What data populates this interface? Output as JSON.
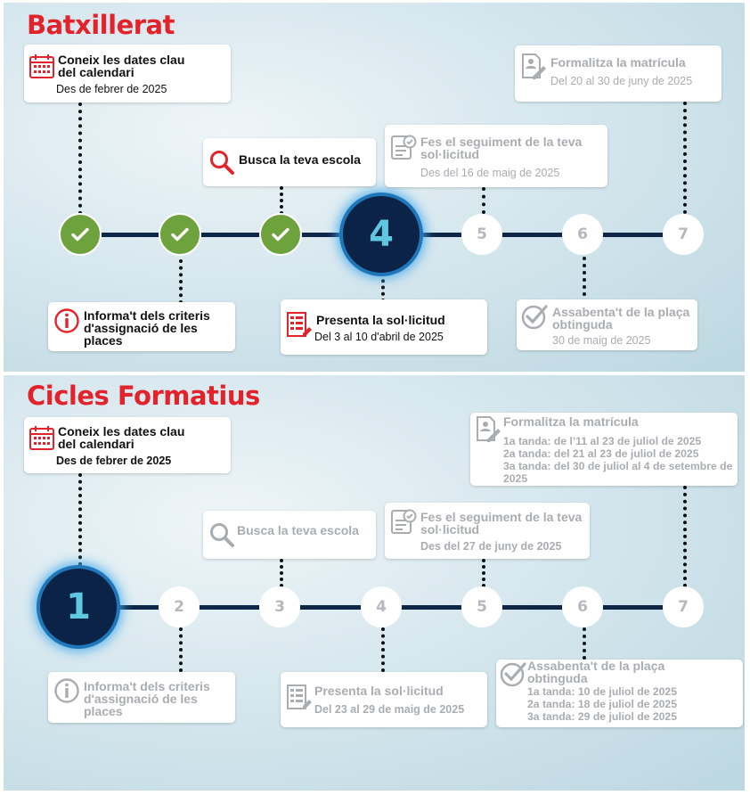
{
  "batxillerat": {
    "title": "Batxillerat",
    "nodes": [
      "",
      "",
      "",
      "4",
      "5",
      "6",
      "7"
    ],
    "steps": {
      "dates": {
        "title": "Coneix les dates clau del calendari",
        "sub": "Des de febrer de 2025",
        "icon": "calendar-icon"
      },
      "criteria": {
        "title": "Informa't dels criteris d'assignació de les places",
        "icon": "info-icon"
      },
      "search": {
        "title": "Busca la teva escola",
        "icon": "search-icon"
      },
      "apply": {
        "title": "Presenta la sol·licitud",
        "sub": "Del 3 al 10 d'abril de 2025",
        "icon": "form-icon"
      },
      "track": {
        "title": "Fes el seguiment de la teva sol·licitud",
        "sub": "Des del 16 de maig de 2025",
        "icon": "checklist-icon"
      },
      "result": {
        "title": "Assabenta't de la plaça obtinguda",
        "sub": "30 de maig de 2025",
        "icon": "check-circle-icon"
      },
      "enrol": {
        "title": "Formalitza la matrícula",
        "sub": "Del 20 al 30 de juny de 2025",
        "icon": "document-pen-icon"
      }
    }
  },
  "cicles": {
    "title": "Cicles Formatius",
    "nodes": [
      "1",
      "2",
      "3",
      "4",
      "5",
      "6",
      "7"
    ],
    "steps": {
      "dates": {
        "title": "Coneix les dates clau del calendari",
        "sub": "Des de febrer de 2025",
        "icon": "calendar-icon"
      },
      "criteria": {
        "title": "Informa't dels criteris d'assignació de les places",
        "icon": "info-icon"
      },
      "search": {
        "title": "Busca la teva escola",
        "icon": "search-icon"
      },
      "apply": {
        "title": "Presenta la sol·licitud",
        "sub": "Del 23 al 29 de maig de 2025",
        "icon": "form-icon"
      },
      "track": {
        "title": "Fes el seguiment de la teva sol·licitud",
        "sub": "Des del 27 de juny de 2025",
        "icon": "checklist-icon"
      },
      "result": {
        "title": "Assabenta't de la plaça obtinguda",
        "lines": [
          "1a tanda: 10 de juliol de 2025",
          "2a tanda: 18 de juliol de 2025",
          "3a tanda: 29 de juliol de 2025"
        ],
        "icon": "check-circle-icon"
      },
      "enrol": {
        "title": "Formalitza la matrícula",
        "lines": [
          "1a tanda: de l’11 al 23 de juliol de 2025",
          "2a tanda: del 21 al 23 de juliol de 2025",
          "3a tanda: del 30 de juliol al 4 de setembre de 2025"
        ],
        "icon": "document-pen-icon"
      }
    }
  },
  "colors": {
    "accent_red": "#e3232c",
    "done_green": "#6ea23c",
    "track_navy": "#0f2747",
    "active_glow": "#1f76b8",
    "dim_grey": "#a9acb1"
  }
}
